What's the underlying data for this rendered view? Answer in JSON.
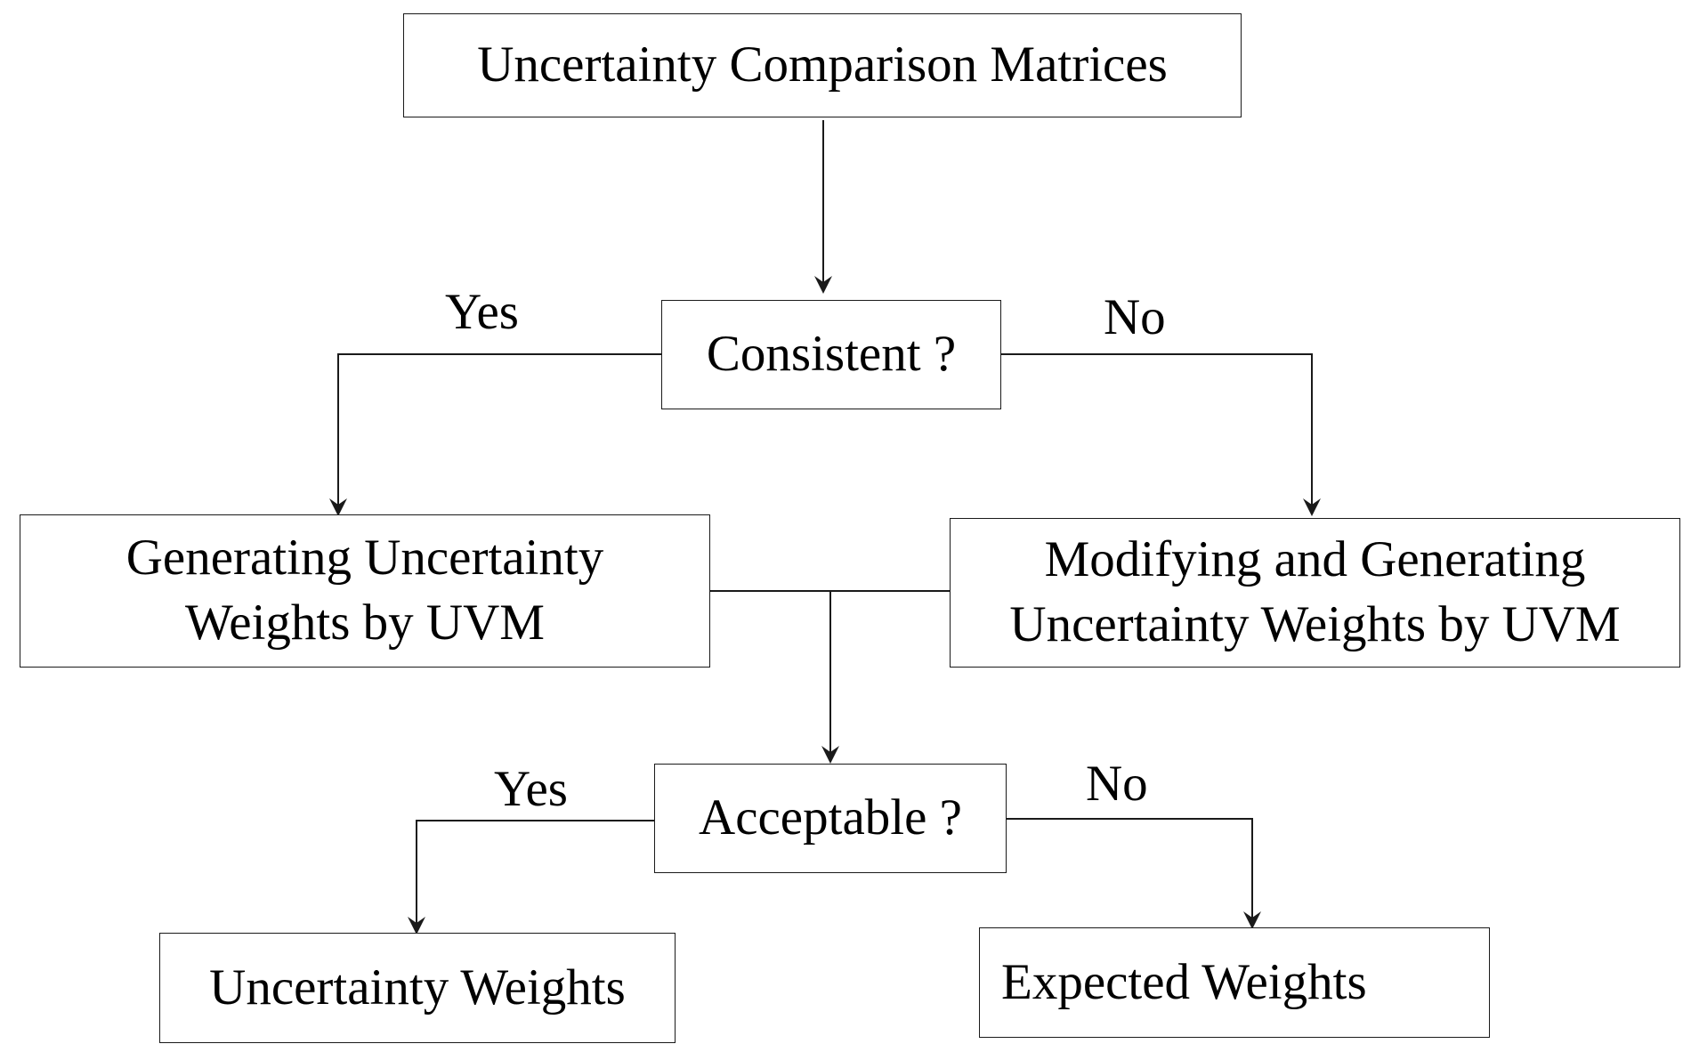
{
  "nodes": {
    "start": {
      "text": "Uncertainty Comparison Matrices"
    },
    "consistent": {
      "text": "Consistent ?"
    },
    "generating": {
      "line1": "Generating Uncertainty",
      "line2": "Weights by UVM"
    },
    "modifying": {
      "line1": "Modifying and Generating",
      "line2": "Uncertainty Weights by UVM"
    },
    "acceptable": {
      "text": "Acceptable ?"
    },
    "uncertainty_weights": {
      "text": "Uncertainty Weights"
    },
    "expected_weights": {
      "text": "Expected Weights"
    }
  },
  "edge_labels": {
    "consistent_yes": "Yes",
    "consistent_no": "No",
    "acceptable_yes": "Yes",
    "acceptable_no": "No"
  },
  "colors": {
    "stroke": "#1a1a1a",
    "text": "#000000",
    "background": "#ffffff"
  }
}
